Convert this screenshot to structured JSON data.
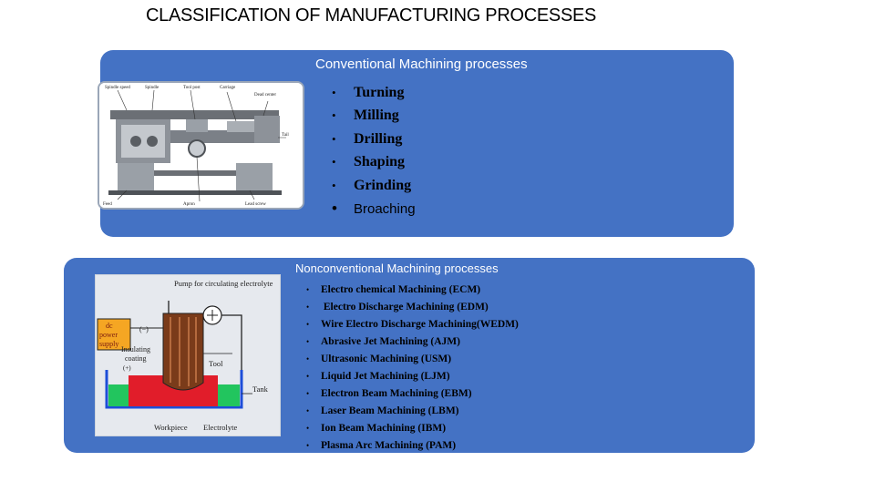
{
  "title": "CLASSIFICATION OF MANUFACTURING PROCESSES",
  "conventional": {
    "heading": "Conventional Machining processes",
    "items": [
      "Turning",
      "Milling",
      "Drilling",
      "Shaping",
      "Grinding",
      "Broaching"
    ]
  },
  "nonconventional": {
    "heading": "Nonconventional Machining processes",
    "items": [
      "Electro chemical Machining (ECM)",
      " Electro Discharge Machining (EDM)",
      "Wire Electro Discharge Machining(WEDM)",
      "Abrasive Jet Machining (AJM)",
      "Ultrasonic Machining (USM)",
      "Liquid Jet Machining (LJM)",
      "Electron Beam Machining (EBM)",
      "Laser Beam Machining (LBM)",
      "Ion Beam Machining (IBM)",
      "Plasma Arc Machining (PAM)"
    ]
  },
  "ecm_figure": {
    "pump_label": "Pump for circulating electrolyte",
    "power_label": "dc power supply",
    "minus": "(−)",
    "plus": "(+)",
    "insulating_label": "Insulating coating",
    "tool_label": "Tool",
    "tank_label": "Tank",
    "workpiece_label": "Workpiece",
    "electrolyte_label": "Electrolyte"
  },
  "colors": {
    "panel": "#4472c4",
    "electrolyte": "#22c55e",
    "workpiece": "#e11d2a",
    "tool": "#7a3b1a"
  }
}
